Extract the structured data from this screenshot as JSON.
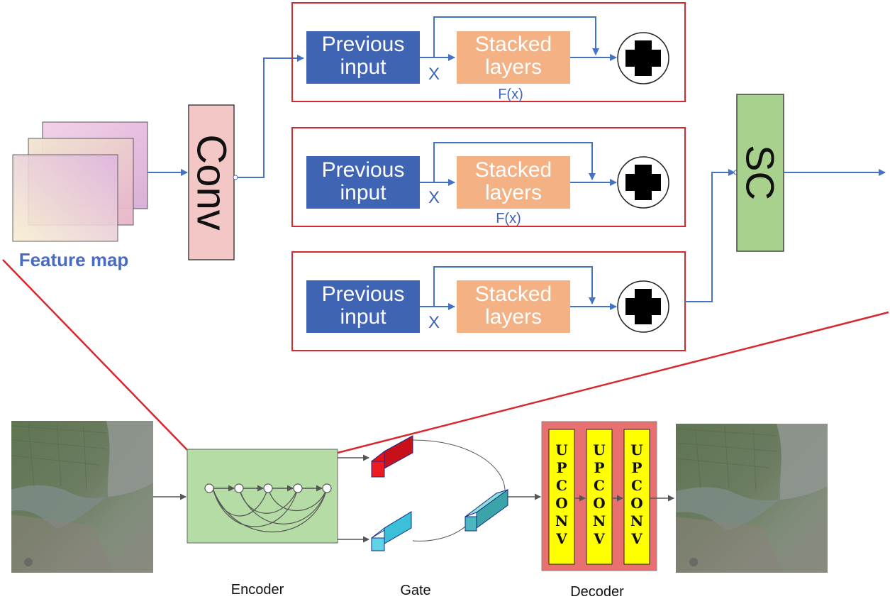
{
  "feature_map": {
    "label": "Feature map"
  },
  "conv": {
    "label": "Conv"
  },
  "sc": {
    "label": "SC"
  },
  "residual_blocks": [
    {
      "input_label_1": "Previous",
      "input_label_2": "input",
      "x_label": "X",
      "stacked_label_1": "Stacked",
      "stacked_label_2": "layers",
      "fx_label": "F(x)"
    },
    {
      "input_label_1": "Previous",
      "input_label_2": "input",
      "x_label": "X",
      "stacked_label_1": "Stacked",
      "stacked_label_2": "layers",
      "fx_label": "F(x)"
    },
    {
      "input_label_1": "Previous",
      "input_label_2": "input",
      "x_label": "X",
      "stacked_label_1": "Stacked",
      "stacked_label_2": "layers"
    }
  ],
  "pipeline": {
    "encoder_label": "Encoder",
    "gate_label": "Gate",
    "decoder_label": "Decoder",
    "upconv_letters": [
      "U",
      "P",
      "C",
      "O",
      "N",
      "V"
    ]
  },
  "colors": {
    "red_frame": "#d9272e",
    "arrow_blue": "#4472c4",
    "input_blue": "#4064b4",
    "stacked_orange": "#f4b183",
    "conv_pink": "#f4c7c7",
    "sc_green": "#a9d18e",
    "encoder_green": "#b4dca4",
    "decoder_red": "#e87070",
    "upconv_yellow": "#ffff00",
    "feature_label": "#4a6cc0"
  }
}
